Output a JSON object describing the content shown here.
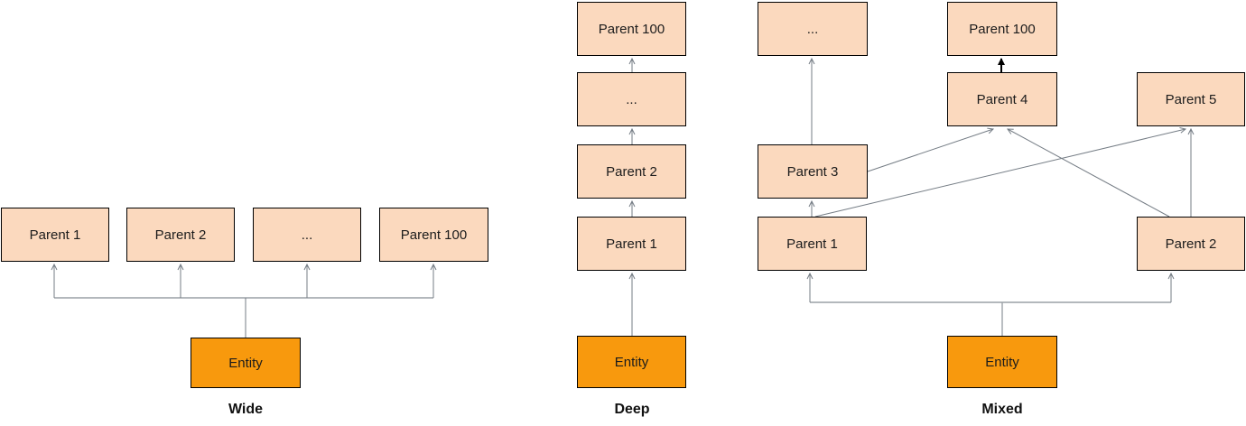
{
  "colors": {
    "parent_fill": "#fbd9be",
    "entity_fill": "#f8990d",
    "box_border": "#000000",
    "connector_gray": "#757d85",
    "trunk_gray": "#9aa0a6",
    "emphasis_arrow": "#000000"
  },
  "wide": {
    "caption": "Wide",
    "entity": "Entity",
    "parents": [
      "Parent 1",
      "Parent 2",
      "...",
      "Parent 100"
    ],
    "edges": [
      {
        "from": "Entity",
        "to": "Parent 1"
      },
      {
        "from": "Entity",
        "to": "Parent 2"
      },
      {
        "from": "Entity",
        "to": "..."
      },
      {
        "from": "Entity",
        "to": "Parent 100"
      }
    ]
  },
  "deep": {
    "caption": "Deep",
    "entity": "Entity",
    "chain_bottom_to_top": [
      "Parent 1",
      "Parent 2",
      "...",
      "Parent 100"
    ],
    "edges": [
      {
        "from": "Entity",
        "to": "Parent 1"
      },
      {
        "from": "Parent 1",
        "to": "Parent 2"
      },
      {
        "from": "Parent 2",
        "to": "..."
      },
      {
        "from": "...",
        "to": "Parent 100"
      }
    ]
  },
  "mixed": {
    "caption": "Mixed",
    "entity": "Entity",
    "parents": [
      "Parent 1",
      "Parent 2",
      "Parent 3",
      "Parent 4",
      "Parent 5",
      "...",
      "Parent 100"
    ],
    "edges": [
      {
        "from": "Entity",
        "to": "Parent 1"
      },
      {
        "from": "Entity",
        "to": "Parent 2"
      },
      {
        "from": "Parent 1",
        "to": "Parent 3"
      },
      {
        "from": "Parent 1",
        "to": "Parent 5"
      },
      {
        "from": "Parent 2",
        "to": "Parent 4"
      },
      {
        "from": "Parent 2",
        "to": "Parent 5"
      },
      {
        "from": "Parent 3",
        "to": "..."
      },
      {
        "from": "Parent 3",
        "to": "Parent 4"
      },
      {
        "from": "Parent 4",
        "to": "Parent 100",
        "emphasized": true
      }
    ]
  }
}
